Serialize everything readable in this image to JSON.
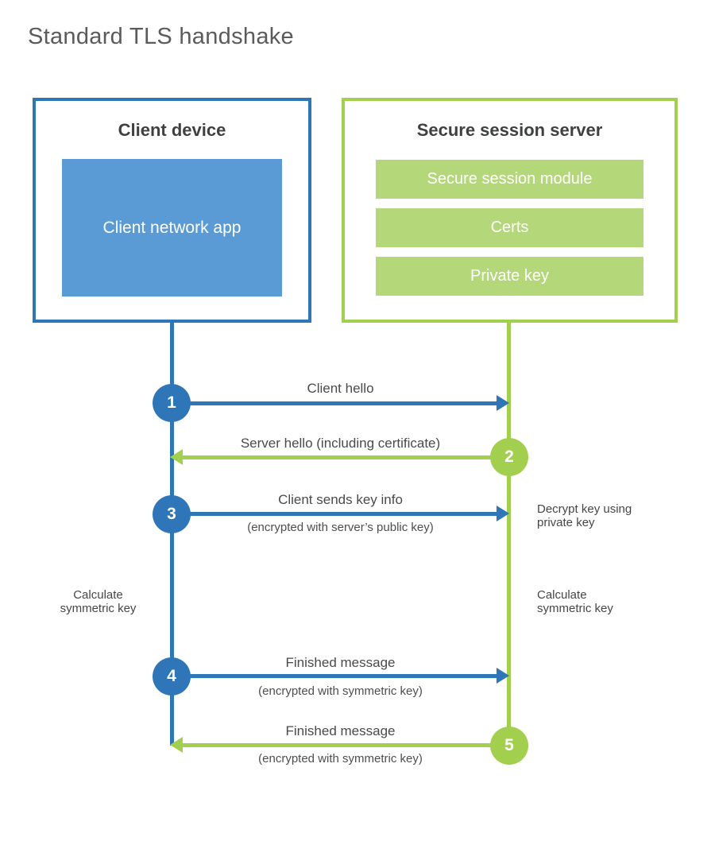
{
  "title": "Standard TLS handshake",
  "client": {
    "title": "Client device",
    "app_label": "Client network app"
  },
  "server": {
    "title": "Secure session server",
    "modules": [
      "Secure session module",
      "Certs",
      "Private key"
    ]
  },
  "steps": [
    {
      "num": "1",
      "label": "Client hello",
      "sub": "",
      "direction": "right",
      "from": "client",
      "to": "server"
    },
    {
      "num": "2",
      "label": "Server hello (including certificate)",
      "sub": "",
      "direction": "left",
      "from": "server",
      "to": "client"
    },
    {
      "num": "3",
      "label": "Client sends key info",
      "sub": "(encrypted with server’s public key)",
      "direction": "right",
      "from": "client",
      "to": "server"
    },
    {
      "num": "4",
      "label": "Finished message",
      "sub": "(encrypted with symmetric key)",
      "direction": "right",
      "from": "client",
      "to": "server"
    },
    {
      "num": "5",
      "label": "Finished message",
      "sub": "(encrypted with symmetric key)",
      "direction": "left",
      "from": "server",
      "to": "client"
    }
  ],
  "notes": {
    "decrypt_line1": "Decrypt key using",
    "decrypt_line2": "private key",
    "calc_left_line1": "Calculate",
    "calc_left_line2": "symmetric key",
    "calc_right_line1": "Calculate",
    "calc_right_line2": "symmetric key"
  },
  "colors": {
    "client_blue": "#2e76b7",
    "client_blue_light": "#5b9bd5",
    "server_green": "#a3cf4e",
    "server_green_light": "#b4d77a",
    "title_gray": "#5a5b5d",
    "text_dark": "#3f4040"
  }
}
